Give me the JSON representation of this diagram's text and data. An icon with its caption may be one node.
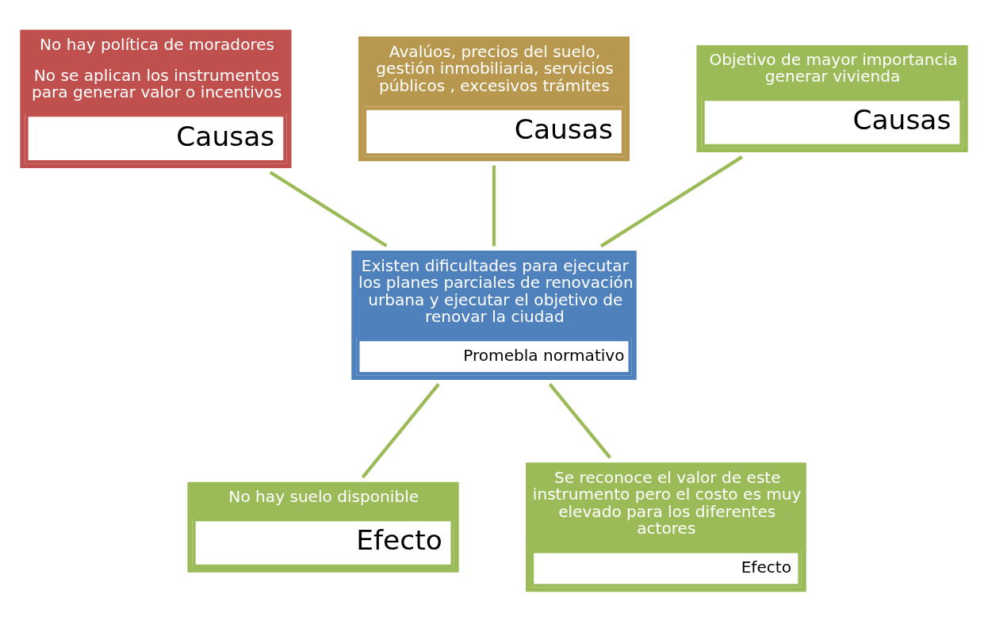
{
  "diagram": {
    "nodes": [
      {
        "text": [
          "No hay política de moradores",
          "No se aplican los instrumentos para generar valor o incentivos",
          "Causas"
        ]
      },
      {
        "text": [
          "Avalúos, precios del suelo, gestión inmobiliaria, servicios públicos , excesivos trámites",
          "Causas"
        ]
      },
      {
        "text": [
          "Objetivo de mayor importancia generar vivienda",
          "Causas"
        ]
      },
      {
        "text": [
          "Existen dificultades para ejecutar los planes parciales de renovación urbana y ejecutar el objetivo de renovar la ciudad",
          "Promebla normativo"
        ]
      },
      {
        "text": [
          "No hay suelo disponible",
          "Efecto"
        ]
      },
      {
        "text": [
          "Se reconoce el valor de este instrumento pero el costo es muy elevado para los diferentes actores",
          "Efecto"
        ]
      }
    ],
    "edges": [
      {
        "from": 0,
        "to": 3,
        "arrow": "none"
      },
      {
        "from": 1,
        "to": 3,
        "arrow": "none"
      },
      {
        "from": 2,
        "to": 3,
        "arrow": "none"
      },
      {
        "from": 3,
        "to": 4,
        "arrow": "none"
      },
      {
        "from": 3,
        "to": 5,
        "arrow": "none"
      }
    ]
  }
}
